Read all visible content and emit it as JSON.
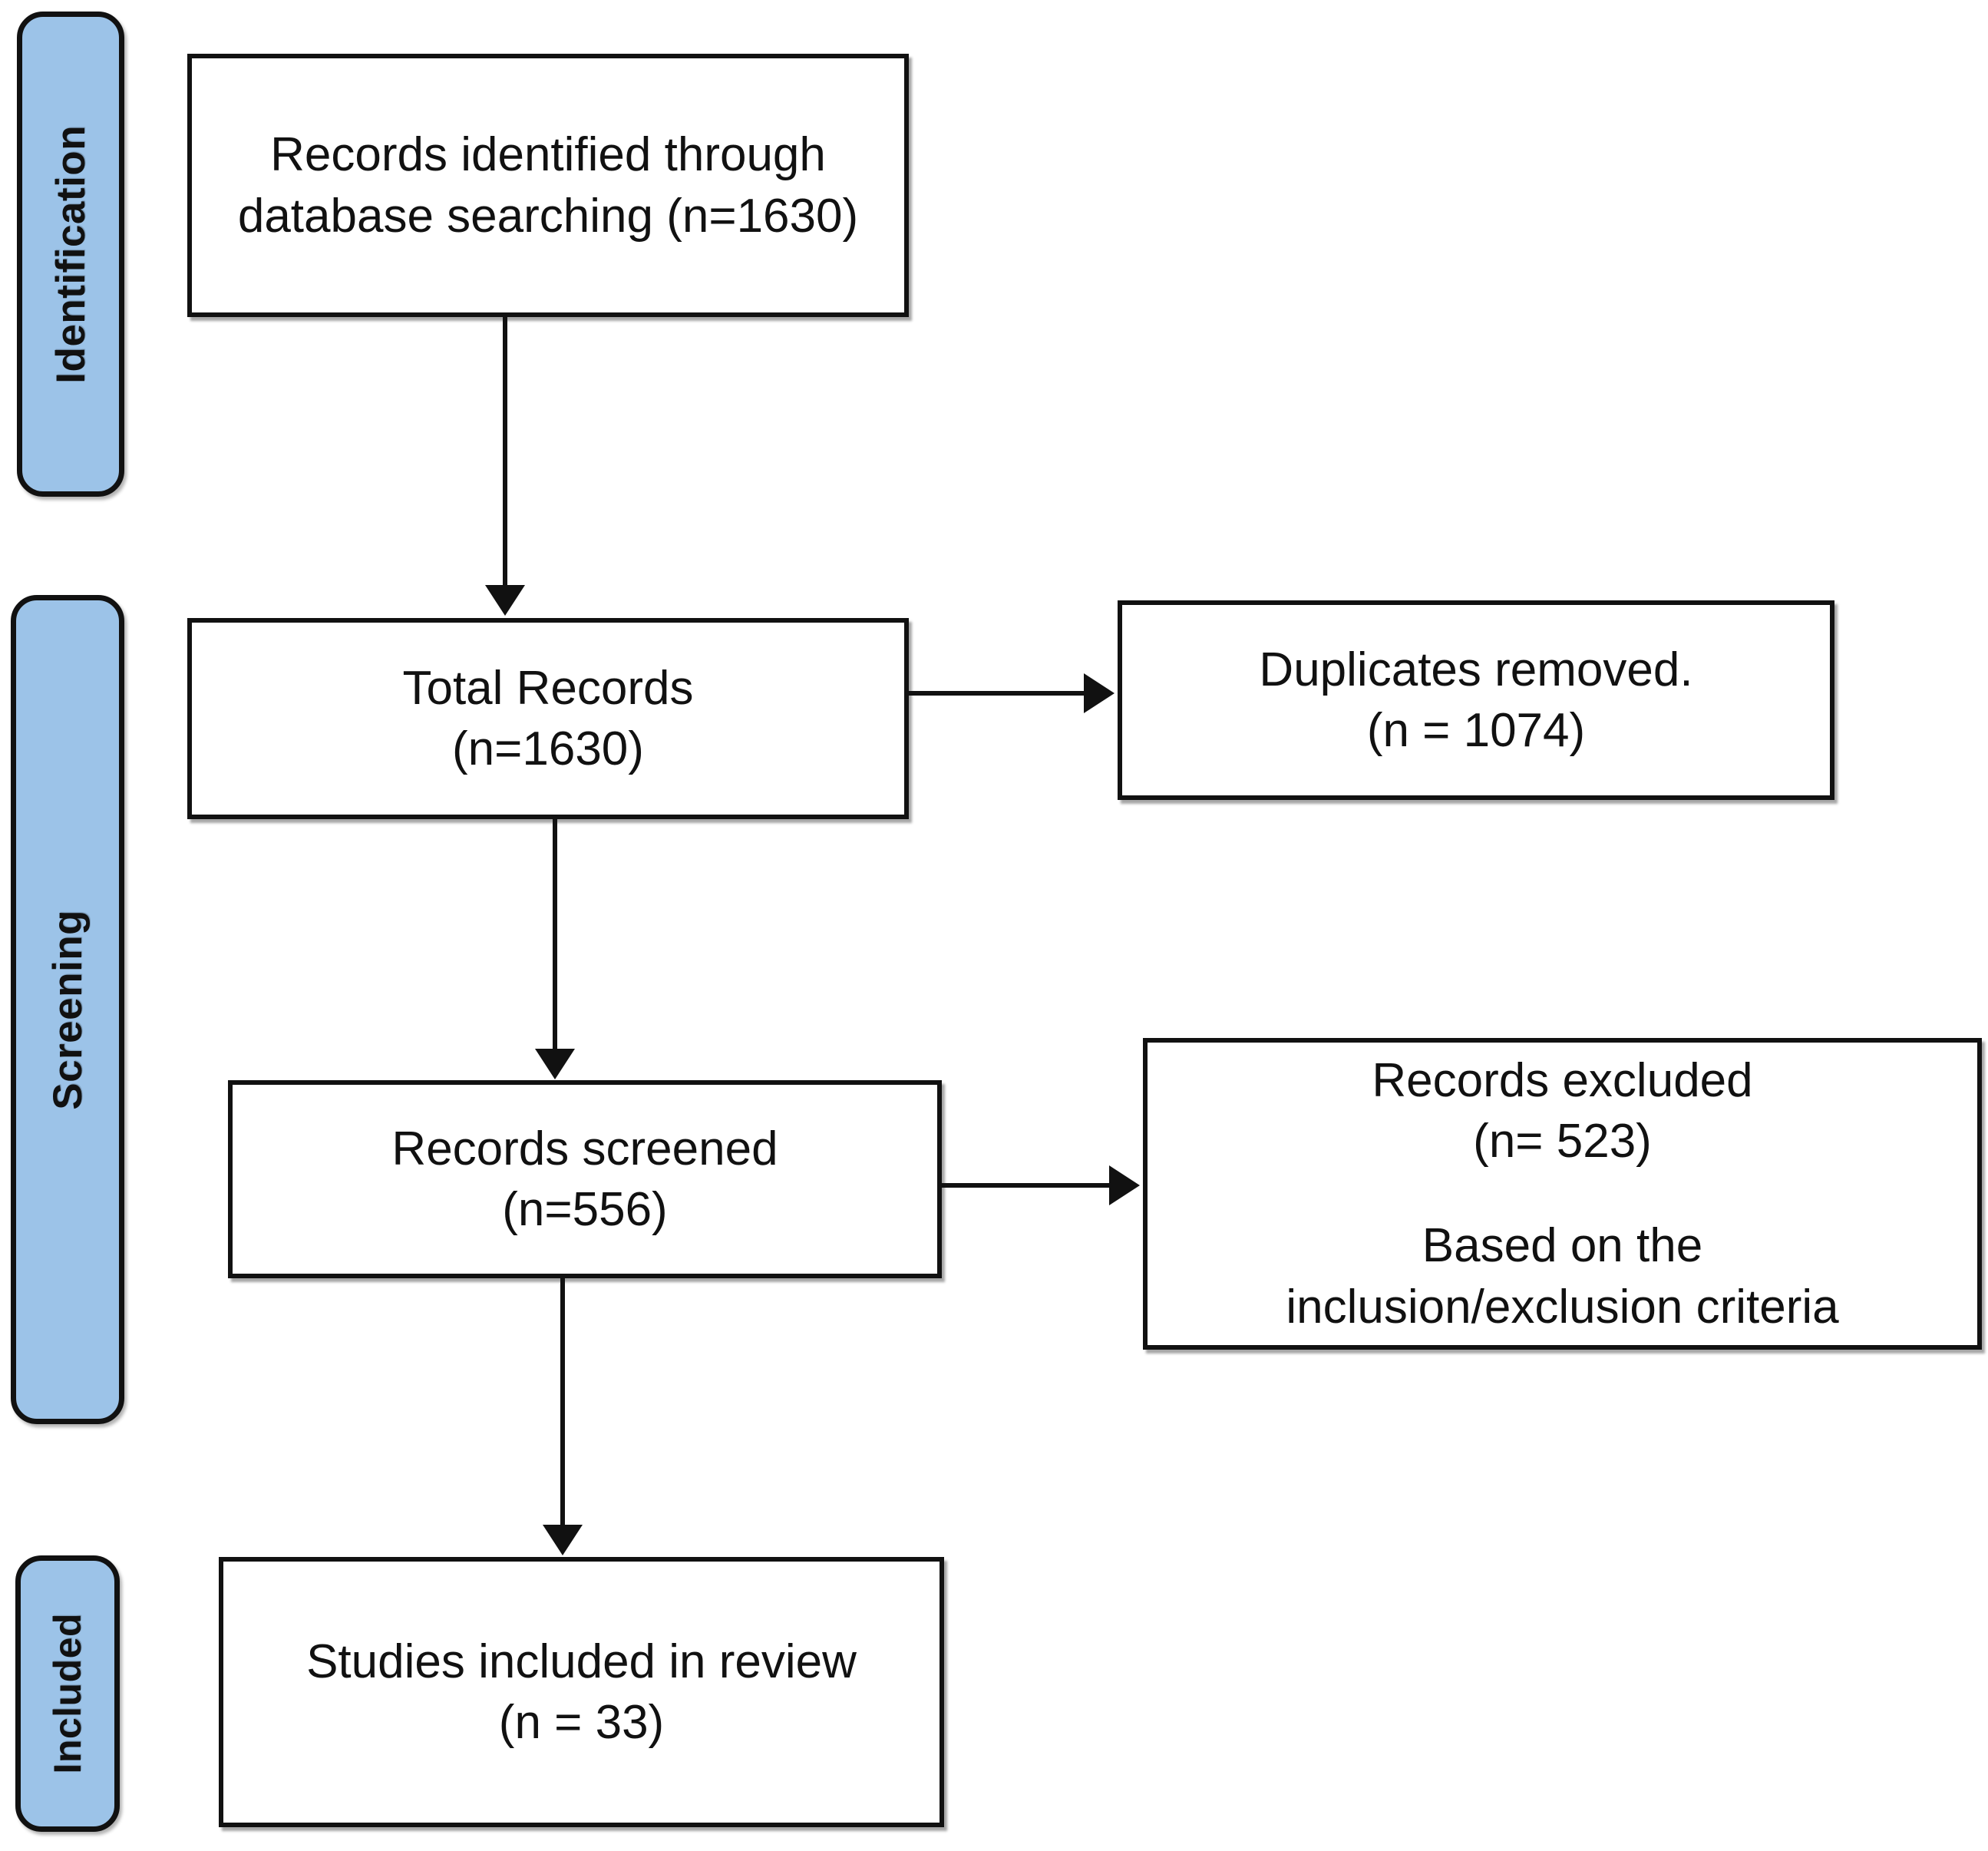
{
  "diagram": {
    "title": "PRISMA study selection flow diagram",
    "accent_color": "#9CC3E8",
    "line_color": "#111111",
    "box_fill": "#ffffff"
  },
  "stages": [
    {
      "id": "identification",
      "label": "Identification"
    },
    {
      "id": "screening",
      "label": "Screening"
    },
    {
      "id": "included",
      "label": "Included"
    }
  ],
  "nodes": {
    "records_identified": {
      "line1": "Records identified through",
      "line2": "database searching (n=1630)"
    },
    "total_records": {
      "line1": "Total Records",
      "line2": "(n=1630)"
    },
    "duplicates_removed": {
      "line1": "Duplicates removed.",
      "line2": "(n = 1074)"
    },
    "records_screened": {
      "line1": "Records screened",
      "line2": "(n=556)"
    },
    "records_excluded": {
      "line1": "Records excluded",
      "line2": "(n= 523)",
      "line3": "Based on the",
      "line4": "inclusion/exclusion criteria"
    },
    "studies_included": {
      "line1": "Studies included in review",
      "line2": "(n = 33)"
    }
  },
  "chart_data": {
    "type": "diagram",
    "title": "PRISMA flow diagram",
    "nodes": [
      {
        "id": "records_identified",
        "stage": "Identification",
        "label": "Records identified through database searching",
        "n": 1630
      },
      {
        "id": "total_records",
        "stage": "Screening",
        "label": "Total Records",
        "n": 1630
      },
      {
        "id": "duplicates_removed",
        "stage": "Screening",
        "label": "Duplicates removed.",
        "n": 1074
      },
      {
        "id": "records_screened",
        "stage": "Screening",
        "label": "Records screened",
        "n": 556
      },
      {
        "id": "records_excluded",
        "stage": "Screening",
        "label": "Records excluded — Based on the inclusion/exclusion criteria",
        "n": 523
      },
      {
        "id": "studies_included",
        "stage": "Included",
        "label": "Studies included in review",
        "n": 33
      }
    ],
    "edges": [
      {
        "from": "records_identified",
        "to": "total_records",
        "direction": "down"
      },
      {
        "from": "total_records",
        "to": "duplicates_removed",
        "direction": "right"
      },
      {
        "from": "total_records",
        "to": "records_screened",
        "direction": "down"
      },
      {
        "from": "records_screened",
        "to": "records_excluded",
        "direction": "right"
      },
      {
        "from": "records_screened",
        "to": "studies_included",
        "direction": "down"
      }
    ]
  }
}
